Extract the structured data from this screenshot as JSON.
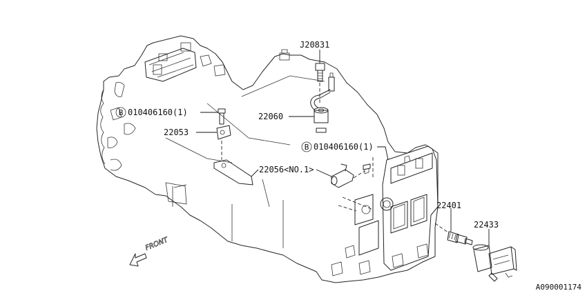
{
  "diagram": {
    "callouts": [
      {
        "id": "c1",
        "text": "J20831"
      },
      {
        "id": "c2",
        "text": "010406160(1)",
        "badge": "B"
      },
      {
        "id": "c3",
        "text": "22060"
      },
      {
        "id": "c4",
        "text": "22053"
      },
      {
        "id": "c5",
        "text": "010406160(1)",
        "badge": "B"
      },
      {
        "id": "c6",
        "text": "22056<NO.1>"
      },
      {
        "id": "c7",
        "text": "22401"
      },
      {
        "id": "c8",
        "text": "22433"
      }
    ],
    "front_arrow_label": "FRONT",
    "reference_number": "A090001174"
  }
}
